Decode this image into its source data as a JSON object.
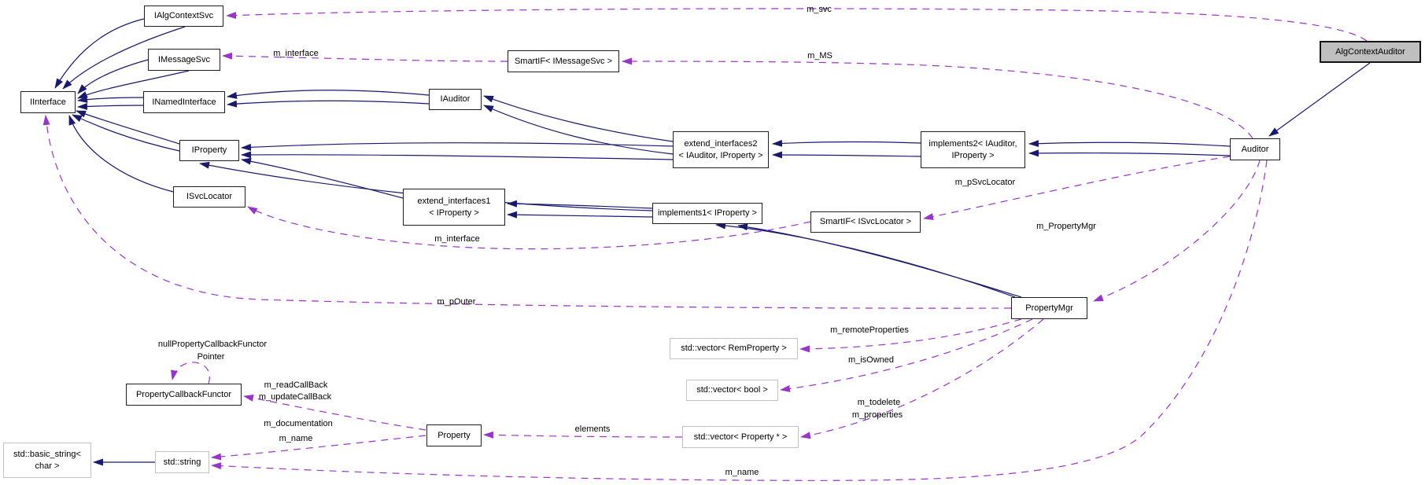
{
  "diagram": {
    "colors": {
      "inheritance_edge": "#191970",
      "usage_edge": "#9a32cd",
      "highlight_fill": "#bfbfbf",
      "external_border": "#c3c3c3"
    },
    "nodes": {
      "ialgcontextsvc": {
        "label": "IAlgContextSvc"
      },
      "imessagesvc": {
        "label": "IMessageSvc"
      },
      "iinterface": {
        "label": "IInterface"
      },
      "inamedinterface": {
        "label": "INamedInterface"
      },
      "iauditor": {
        "label": "IAuditor"
      },
      "iproperty": {
        "label": "IProperty"
      },
      "isvclocator": {
        "label": "ISvcLocator"
      },
      "smartif_imessagesvc": {
        "label": "SmartIF< IMessageSvc >"
      },
      "extend_interfaces2": {
        "line1": "extend_interfaces2",
        "line2": "< IAuditor, IProperty >"
      },
      "implements2": {
        "line1": "implements2< IAuditor,",
        "line2": "IProperty >"
      },
      "auditor": {
        "label": "Auditor"
      },
      "algcontextauditor": {
        "label": "AlgContextAuditor"
      },
      "extend_interfaces1": {
        "line1": "extend_interfaces1",
        "line2": "< IProperty >"
      },
      "implements1": {
        "label": "implements1< IProperty >"
      },
      "smartif_isvclocator": {
        "label": "SmartIF< ISvcLocator >"
      },
      "propertymgr": {
        "label": "PropertyMgr"
      },
      "vector_remproperty": {
        "label": "std::vector< RemProperty >"
      },
      "vector_bool": {
        "label": "std::vector< bool >"
      },
      "vector_property_ptr": {
        "label": "std::vector< Property * >"
      },
      "property": {
        "label": "Property"
      },
      "propertycallbackfunctor": {
        "label": "PropertyCallbackFunctor"
      },
      "std_string": {
        "label": "std::string"
      },
      "basic_string": {
        "line1": "std::basic_string<",
        "line2": "char >"
      }
    },
    "edge_labels": {
      "m_svc": "m_svc",
      "m_interface_top": "m_interface",
      "m_MS": "m_MS",
      "m_pSvcLocator": "m_pSvcLocator",
      "m_PropertyMgr": "m_PropertyMgr",
      "m_interface_mid": "m_interface",
      "m_pOuter": "m_pOuter",
      "null_functor_line1": "nullPropertyCallbackFunctor",
      "null_functor_line2": "Pointer",
      "m_readCallBack": "m_readCallBack",
      "m_updateCallBack": "m_updateCallBack",
      "m_remoteProperties": "m_remoteProperties",
      "m_isOwned": "m_isOwned",
      "m_todelete": "m_todelete",
      "m_properties": "m_properties",
      "m_documentation": "m_documentation",
      "m_name_property": "m_name",
      "elements": "elements",
      "m_name_auditor": "m_name"
    }
  }
}
